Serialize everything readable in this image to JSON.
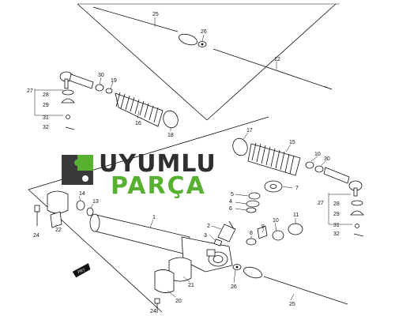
{
  "logo": {
    "line1": "UYUMLU",
    "line2": "PARÇA",
    "color_dark": "#3a3a3a",
    "color_green": "#58b030"
  },
  "direction_badge": "FRT",
  "part_numbers": {
    "p25_top": "25",
    "p26_top": "26",
    "p12": "12",
    "p30_top": "30",
    "p19": "19",
    "p27_top": "27",
    "p28_top": "28",
    "p29_top": "29",
    "p31_top": "31",
    "p32_top": "32",
    "p16": "16",
    "p18": "18",
    "p17": "17",
    "p15": "15",
    "p10_upper": "10",
    "p30_right": "30",
    "p7": "7",
    "p5": "5",
    "p4": "4",
    "p6": "6",
    "p27_right": "27",
    "p28_right": "28",
    "p29_right": "29",
    "p31_right": "31",
    "p32_right": "32",
    "p14": "14",
    "p13": "13",
    "p22": "22",
    "p24_left": "24",
    "p1": "1",
    "p2": "2",
    "p3": "3",
    "p8": "8",
    "p9": "9",
    "p10_lower": "10",
    "p11": "11",
    "p21": "21",
    "p26_bottom": "26",
    "p24_bottom": "24",
    "p20": "20",
    "p25_bottom": "25"
  }
}
